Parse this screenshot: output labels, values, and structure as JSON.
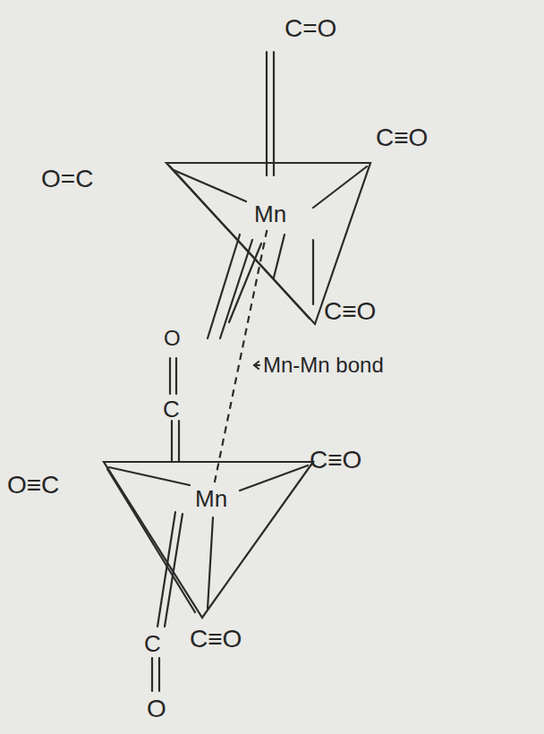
{
  "diagram": {
    "nodes": [
      {
        "text": [
          "Mn"
        ]
      },
      {
        "text": [
          "Mn"
        ]
      }
    ],
    "edges": [
      {
        "from": 0,
        "to": 1,
        "arrow": "none"
      }
    ],
    "labels": [
      "C=O",
      "O=C",
      "C≡O",
      "C≡O",
      "O",
      "C",
      "Mn-Mn bond",
      "O≡C",
      "C≡O",
      "C≡O",
      "C",
      "O"
    ]
  }
}
